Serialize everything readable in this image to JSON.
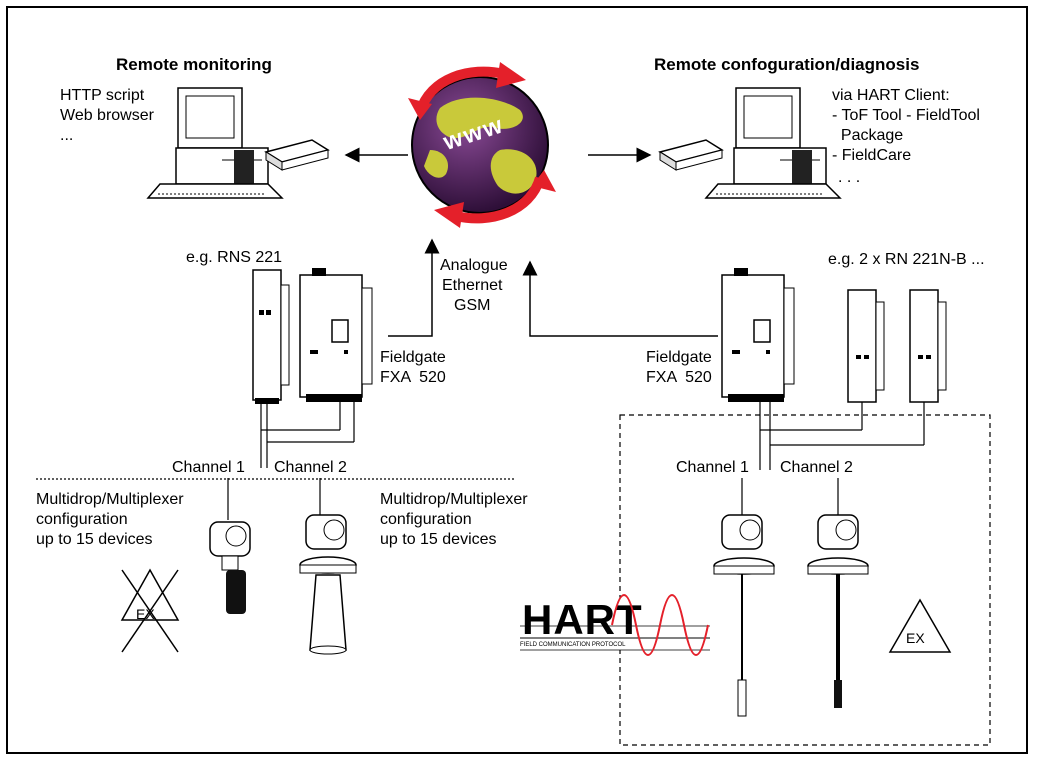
{
  "remote_monitoring": {
    "title": "Remote monitoring",
    "lines": [
      "HTTP script",
      "Web browser",
      "..."
    ]
  },
  "remote_config": {
    "title": "Remote confoguration/diagnosis",
    "lines": [
      "via HART Client:",
      "- ToF Tool - FieldTool",
      "  Package",
      "- FieldCare",
      ". . ."
    ]
  },
  "globe": {
    "label": "www"
  },
  "transmission": {
    "lines": [
      "Analogue",
      "Ethernet",
      "GSM"
    ]
  },
  "left_system": {
    "barrier_label": "e.g. RNS 221",
    "fieldgate_lines": [
      "Fieldgate",
      "FXA  520"
    ],
    "channel1": "Channel 1",
    "channel2": "Channel 2",
    "note_left": [
      "Multidrop/Multiplexer",
      "configuration",
      "up to 15 devices"
    ],
    "note_right": [
      "Multidrop/Multiplexer",
      "configuration",
      "up to 15 devices"
    ],
    "ex_symbol": "EX"
  },
  "right_system": {
    "barrier_label": "e.g. 2 x RN 221N-B ...",
    "fieldgate_lines": [
      "Fieldgate",
      "FXA  520"
    ],
    "channel1": "Channel 1",
    "channel2": "Channel 2",
    "ex_symbol": "EX"
  },
  "hart_logo": {
    "text": "HART",
    "sub": "FIELD COMMUNICATION PROTOCOL"
  },
  "colors": {
    "arrow_red": "#e4202a",
    "globe_purple": "#5a2a66",
    "land": "#c9c93a"
  }
}
